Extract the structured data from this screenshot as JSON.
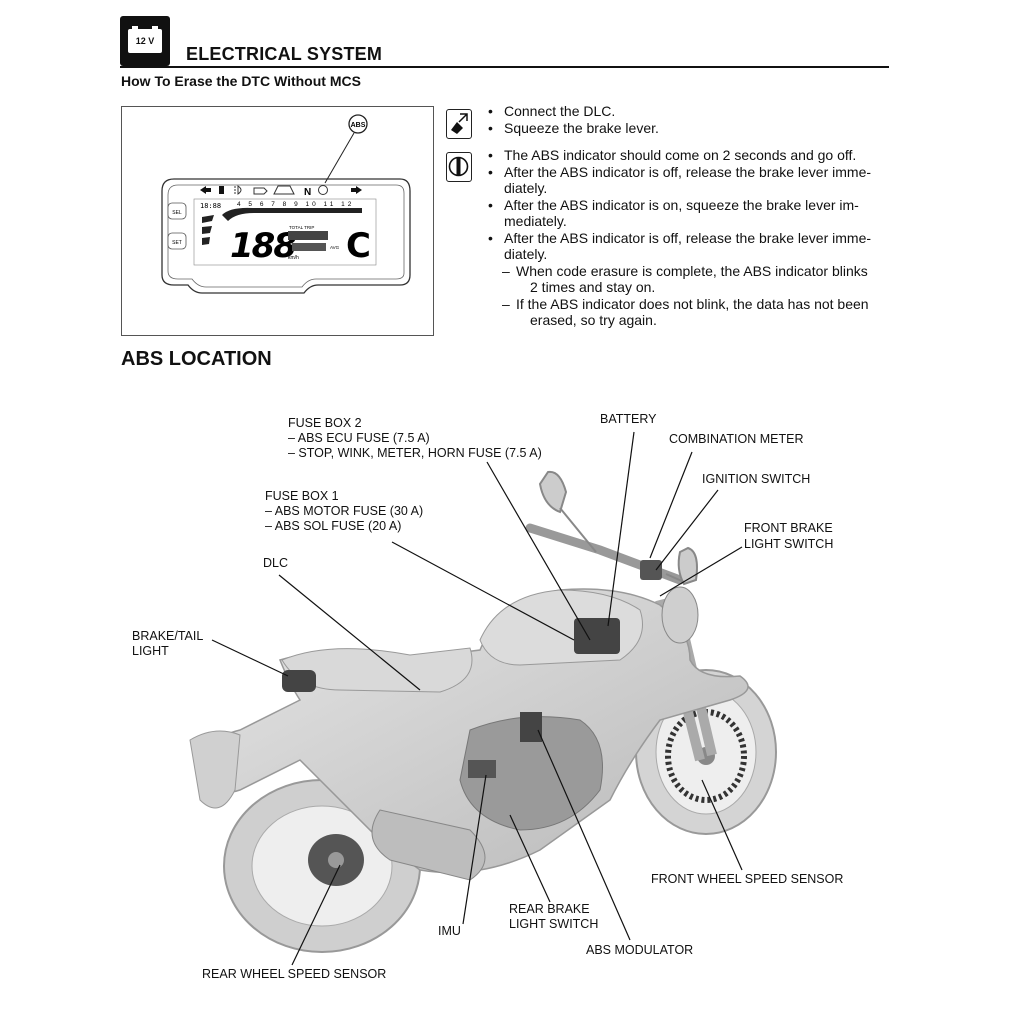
{
  "header": {
    "icon_label": "12 V",
    "section_title": "ELECTRICAL SYSTEM",
    "subheading": "How To Erase the DTC Without MCS"
  },
  "meter": {
    "abs_badge": "ABS",
    "neutral": "N",
    "scale": "4 5 6 7 8 9 10 11 12",
    "big_digits": "188",
    "total_trip": "TOTAL TRIP",
    "speed_unit": "km/h",
    "left_time": "18:88",
    "sel": "SEL",
    "set": "SET",
    "avg": "AVG",
    "gear": "C"
  },
  "steps": {
    "group1": [
      "Connect the DLC.",
      "Squeeze the brake lever."
    ],
    "group2": [
      "The ABS indicator should come on 2 seconds and go off.",
      "After the ABS indicator is off, release the brake lever imme-",
      "diately.",
      "After the ABS indicator is on, squeeze the brake lever im-",
      "mediately.",
      "After the ABS indicator is off, release the brake lever imme-",
      "diately."
    ],
    "dash1_line1": "When code erasure is complete, the ABS indicator blinks",
    "dash1_line2": "2 times and stay on.",
    "dash2_line1": "If the ABS indicator does not blink, the data has not been",
    "dash2_line2": "erased, so try again."
  },
  "abs_location": {
    "title": "ABS LOCATION",
    "labels": {
      "fuse_box_2": "FUSE BOX 2",
      "fuse_box_2_a": "– ABS ECU FUSE (7.5 A)",
      "fuse_box_2_b": "– STOP, WINK, METER, HORN FUSE (7.5 A)",
      "fuse_box_1": "FUSE BOX 1",
      "fuse_box_1_a": "– ABS MOTOR FUSE (30 A)",
      "fuse_box_1_b": "– ABS SOL FUSE (20 A)",
      "dlc": "DLC",
      "brake_tail_1": "BRAKE/TAIL",
      "brake_tail_2": "LIGHT",
      "battery": "BATTERY",
      "combination_meter": "COMBINATION METER",
      "ignition_switch": "IGNITION SWITCH",
      "front_brake_1": "FRONT BRAKE",
      "front_brake_2": "LIGHT SWITCH",
      "front_wheel_sensor": "FRONT WHEEL SPEED SENSOR",
      "rear_brake_1": "REAR BRAKE",
      "rear_brake_2": "LIGHT SWITCH",
      "imu": "IMU",
      "abs_modulator": "ABS MODULATOR",
      "rear_wheel_sensor": "REAR WHEEL SPEED SENSOR"
    }
  }
}
